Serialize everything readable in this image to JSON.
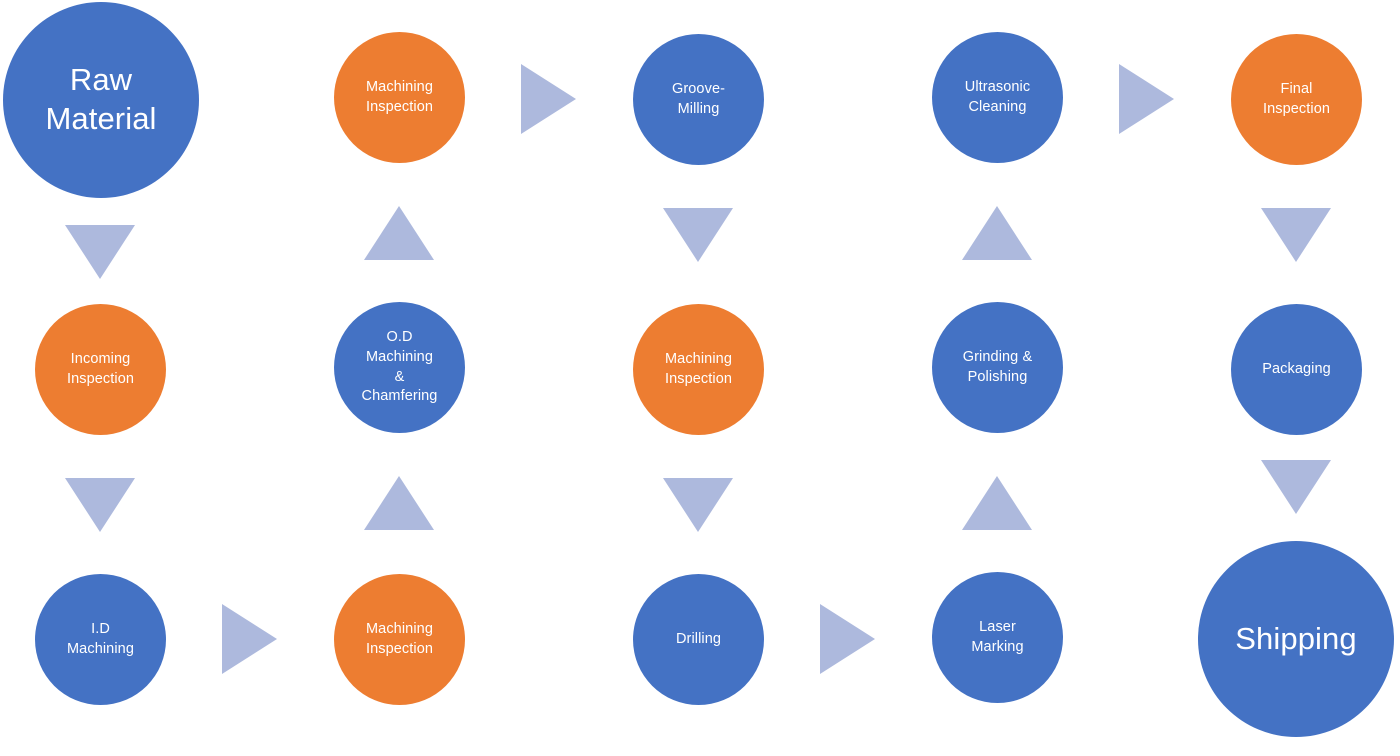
{
  "colors": {
    "process": "#4472c4",
    "inspection": "#ed7d31",
    "arrow": "#adb9dd",
    "background": "#ffffff"
  },
  "nodes": [
    {
      "id": "raw-material",
      "label": "Raw\nMaterial",
      "kind": "process"
    },
    {
      "id": "incoming-inspection",
      "label": "Incoming\nInspection",
      "kind": "inspection"
    },
    {
      "id": "id-machining",
      "label": "I.D\nMachining",
      "kind": "process"
    },
    {
      "id": "machining-inspection-1",
      "label": "Machining\nInspection",
      "kind": "inspection"
    },
    {
      "id": "od-machining-chamfering",
      "label": "O.D\nMachining\n&\nChamfering",
      "kind": "process"
    },
    {
      "id": "machining-inspection-2",
      "label": "Machining\nInspection",
      "kind": "inspection"
    },
    {
      "id": "groove-milling",
      "label": "Groove-\nMilling",
      "kind": "process"
    },
    {
      "id": "machining-inspection-3",
      "label": "Machining\nInspection",
      "kind": "inspection"
    },
    {
      "id": "drilling",
      "label": "Drilling",
      "kind": "process"
    },
    {
      "id": "laser-marking",
      "label": "Laser\nMarking",
      "kind": "process"
    },
    {
      "id": "grinding-polishing",
      "label": "Grinding &\nPolishing",
      "kind": "process"
    },
    {
      "id": "ultrasonic-cleaning",
      "label": "Ultrasonic\nCleaning",
      "kind": "process"
    },
    {
      "id": "final-inspection",
      "label": "Final\nInspection",
      "kind": "inspection"
    },
    {
      "id": "packaging",
      "label": "Packaging",
      "kind": "process"
    },
    {
      "id": "shipping",
      "label": "Shipping",
      "kind": "process"
    }
  ],
  "edges": [
    {
      "from": "raw-material",
      "to": "incoming-inspection",
      "direction": "down"
    },
    {
      "from": "incoming-inspection",
      "to": "id-machining",
      "direction": "down"
    },
    {
      "from": "id-machining",
      "to": "machining-inspection-1",
      "direction": "right"
    },
    {
      "from": "machining-inspection-1",
      "to": "od-machining-chamfering",
      "direction": "up"
    },
    {
      "from": "od-machining-chamfering",
      "to": "machining-inspection-2",
      "direction": "up"
    },
    {
      "from": "machining-inspection-2",
      "to": "groove-milling",
      "direction": "right"
    },
    {
      "from": "groove-milling",
      "to": "machining-inspection-3",
      "direction": "down"
    },
    {
      "from": "machining-inspection-3",
      "to": "drilling",
      "direction": "down"
    },
    {
      "from": "drilling",
      "to": "laser-marking",
      "direction": "right"
    },
    {
      "from": "laser-marking",
      "to": "grinding-polishing",
      "direction": "up"
    },
    {
      "from": "grinding-polishing",
      "to": "ultrasonic-cleaning",
      "direction": "up"
    },
    {
      "from": "ultrasonic-cleaning",
      "to": "final-inspection",
      "direction": "right"
    },
    {
      "from": "final-inspection",
      "to": "packaging",
      "direction": "down"
    },
    {
      "from": "packaging",
      "to": "shipping",
      "direction": "down"
    }
  ]
}
